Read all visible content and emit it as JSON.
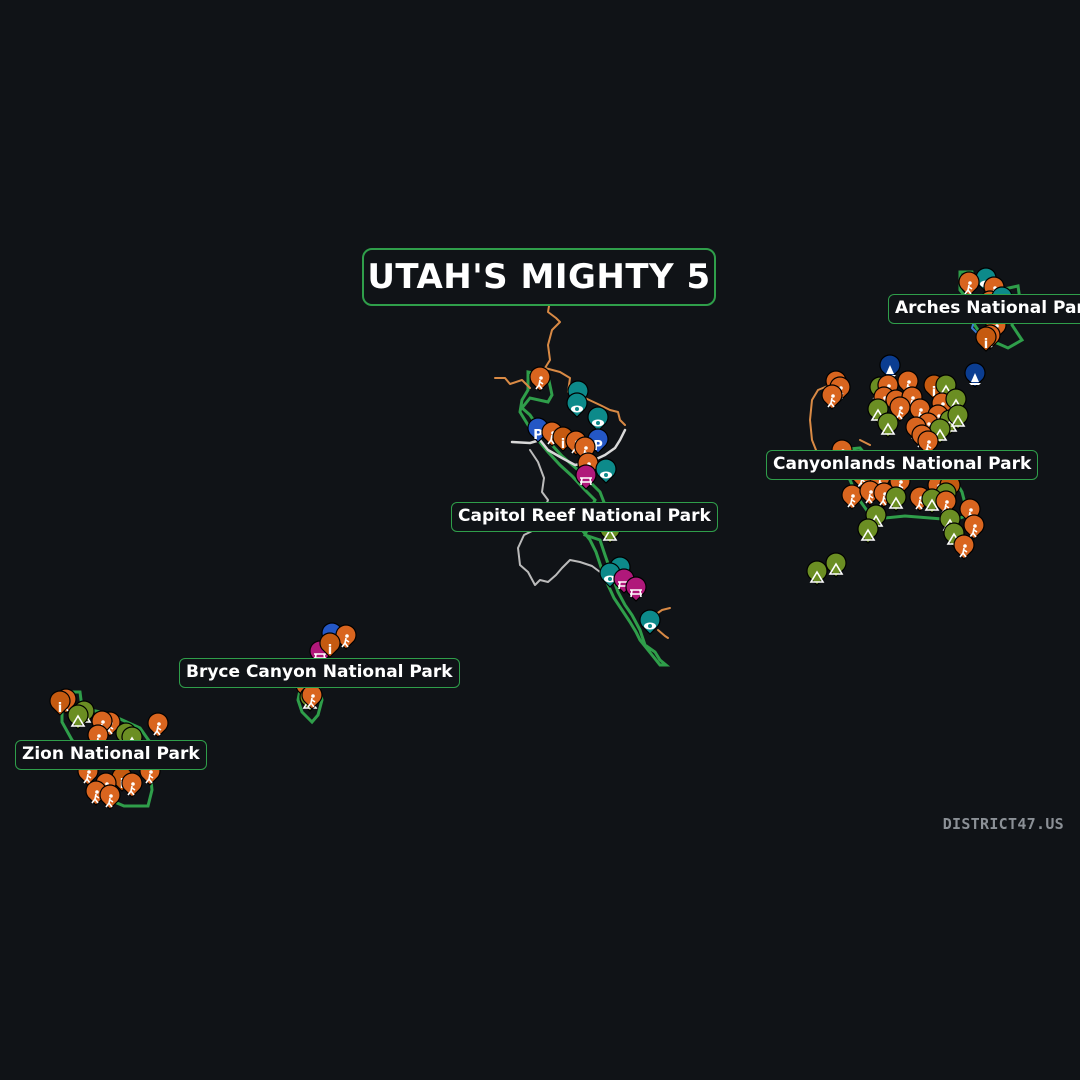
{
  "title": "UTAH'S MIGHTY 5",
  "credit": "DISTRICT47.US",
  "parks": [
    {
      "name": "Arches National Park"
    },
    {
      "name": "Canyonlands National Park"
    },
    {
      "name": "Capitol Reef National Park"
    },
    {
      "name": "Bryce Canyon National Park"
    },
    {
      "name": "Zion National Park"
    }
  ],
  "colors": {
    "background": "#101317",
    "boundary": "#2f9e4a",
    "road_paved": "#d9d9d9",
    "trail": "#d98a45",
    "hiking": "#d9651f",
    "info": "#c55a10",
    "camping": "#6b8e23",
    "viewpoint": "#0d8a8a",
    "parking": "#2457c5",
    "boat": "#0b3d91",
    "picnic": "#b0187a"
  },
  "marker_icons": {
    "hiking": "hiker-icon",
    "info": "info-icon",
    "camping": "campground-icon",
    "viewpoint": "viewpoint-icon",
    "parking": "parking-icon",
    "boat": "boat-launch-icon",
    "picnic": "picnic-icon"
  }
}
